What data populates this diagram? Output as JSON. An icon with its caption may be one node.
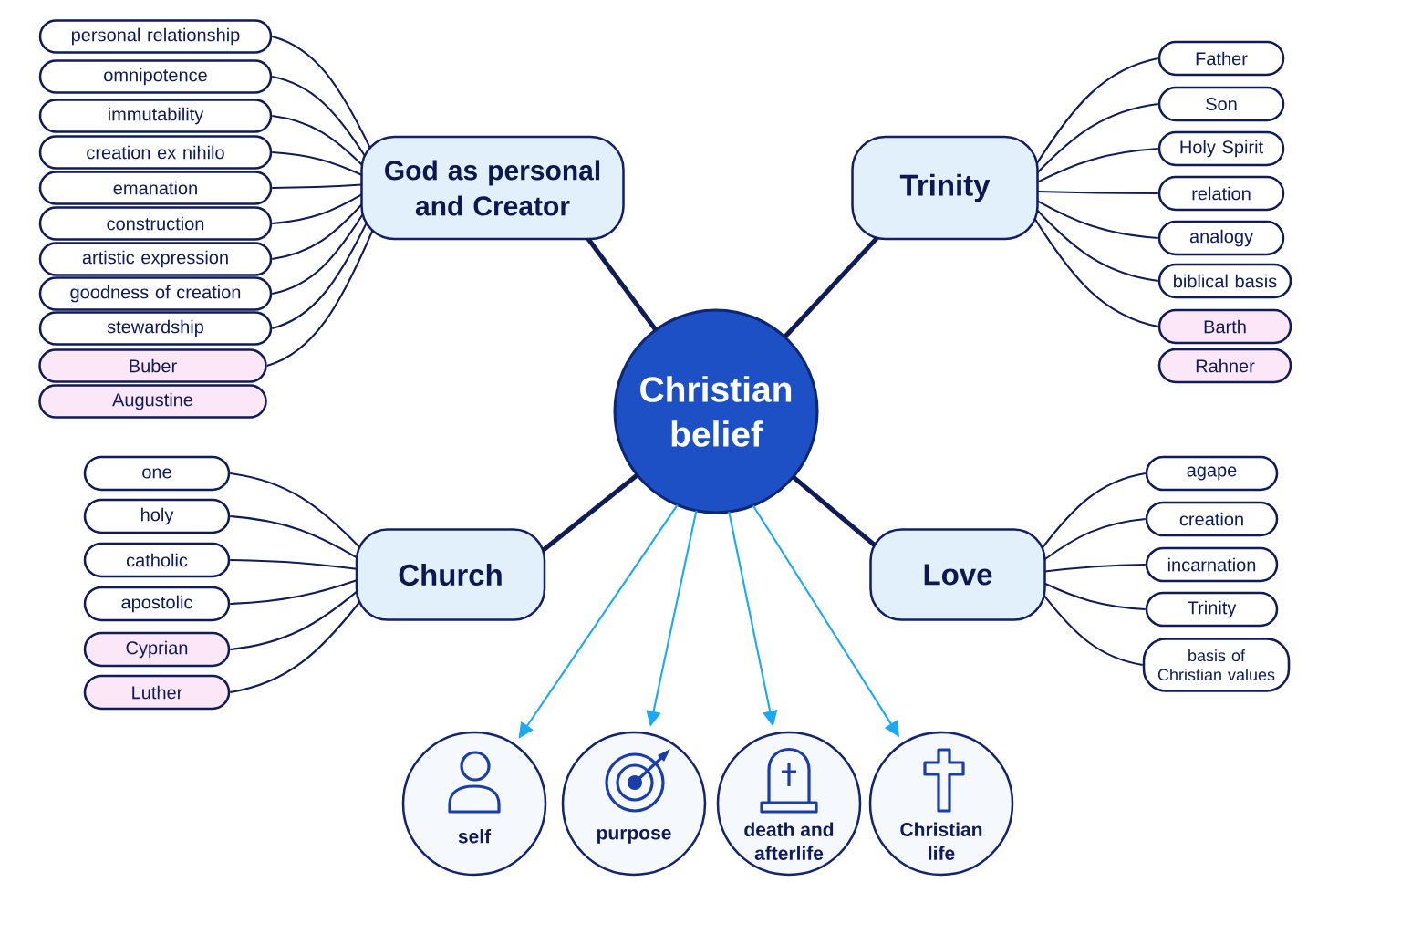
{
  "diagram": {
    "nodes": [
      {
        "text": [
          "Christian belief"
        ]
      },
      {
        "text": [
          "God as personal and Creator"
        ]
      },
      {
        "text": [
          "personal relationship"
        ]
      },
      {
        "text": [
          "omnipotence"
        ]
      },
      {
        "text": [
          "immutability"
        ]
      },
      {
        "text": [
          "creation ex nihilo"
        ]
      },
      {
        "text": [
          "emanation"
        ]
      },
      {
        "text": [
          "construction"
        ]
      },
      {
        "text": [
          "artistic expression"
        ]
      },
      {
        "text": [
          "goodness of creation"
        ]
      },
      {
        "text": [
          "stewardship"
        ]
      },
      {
        "text": [
          "Buber"
        ]
      },
      {
        "text": [
          "Augustine"
        ]
      },
      {
        "text": [
          "Trinity"
        ]
      },
      {
        "text": [
          "Father"
        ]
      },
      {
        "text": [
          "Son"
        ]
      },
      {
        "text": [
          "Holy Spirit"
        ]
      },
      {
        "text": [
          "relation"
        ]
      },
      {
        "text": [
          "analogy"
        ]
      },
      {
        "text": [
          "biblical basis"
        ]
      },
      {
        "text": [
          "Barth"
        ]
      },
      {
        "text": [
          "Rahner"
        ]
      },
      {
        "text": [
          "Church"
        ]
      },
      {
        "text": [
          "one"
        ]
      },
      {
        "text": [
          "holy"
        ]
      },
      {
        "text": [
          "catholic"
        ]
      },
      {
        "text": [
          "apostolic"
        ]
      },
      {
        "text": [
          "Cyprian"
        ]
      },
      {
        "text": [
          "Luther"
        ]
      },
      {
        "text": [
          "Love"
        ]
      },
      {
        "text": [
          "agape"
        ]
      },
      {
        "text": [
          "creation"
        ]
      },
      {
        "text": [
          "incarnation"
        ]
      },
      {
        "text": [
          "Trinity"
        ]
      },
      {
        "text": [
          "basis of Christian values"
        ]
      },
      {
        "text": [
          "self"
        ]
      },
      {
        "text": [
          "purpose"
        ]
      },
      {
        "text": [
          "death and afterlife"
        ]
      },
      {
        "text": [
          "Christian life"
        ]
      }
    ],
    "edges": [
      {
        "from": 0,
        "to": 1,
        "arrow": "none",
        "style": "thick"
      },
      {
        "from": 0,
        "to": 13,
        "arrow": "none",
        "style": "thick"
      },
      {
        "from": 0,
        "to": 22,
        "arrow": "none",
        "style": "thick"
      },
      {
        "from": 0,
        "to": 29,
        "arrow": "none",
        "style": "thick"
      },
      {
        "from": 1,
        "to": 2,
        "arrow": "none"
      },
      {
        "from": 1,
        "to": 3,
        "arrow": "none"
      },
      {
        "from": 1,
        "to": 4,
        "arrow": "none"
      },
      {
        "from": 1,
        "to": 5,
        "arrow": "none"
      },
      {
        "from": 1,
        "to": 6,
        "arrow": "none"
      },
      {
        "from": 1,
        "to": 7,
        "arrow": "none"
      },
      {
        "from": 1,
        "to": 8,
        "arrow": "none"
      },
      {
        "from": 1,
        "to": 9,
        "arrow": "none"
      },
      {
        "from": 1,
        "to": 10,
        "arrow": "none"
      },
      {
        "from": 1,
        "to": 11,
        "arrow": "none"
      },
      {
        "from": 13,
        "to": 14,
        "arrow": "none"
      },
      {
        "from": 13,
        "to": 15,
        "arrow": "none"
      },
      {
        "from": 13,
        "to": 16,
        "arrow": "none"
      },
      {
        "from": 13,
        "to": 17,
        "arrow": "none"
      },
      {
        "from": 13,
        "to": 18,
        "arrow": "none"
      },
      {
        "from": 13,
        "to": 19,
        "arrow": "none"
      },
      {
        "from": 13,
        "to": 20,
        "arrow": "none"
      },
      {
        "from": 22,
        "to": 23,
        "arrow": "none"
      },
      {
        "from": 22,
        "to": 24,
        "arrow": "none"
      },
      {
        "from": 22,
        "to": 25,
        "arrow": "none"
      },
      {
        "from": 22,
        "to": 26,
        "arrow": "none"
      },
      {
        "from": 22,
        "to": 27,
        "arrow": "none"
      },
      {
        "from": 22,
        "to": 28,
        "arrow": "none"
      },
      {
        "from": 29,
        "to": 30,
        "arrow": "none"
      },
      {
        "from": 29,
        "to": 31,
        "arrow": "none"
      },
      {
        "from": 29,
        "to": 32,
        "arrow": "none"
      },
      {
        "from": 29,
        "to": 33,
        "arrow": "none"
      },
      {
        "from": 29,
        "to": 34,
        "arrow": "none"
      },
      {
        "from": 0,
        "to": 35,
        "arrow": "to",
        "color": "#1ba8f5"
      },
      {
        "from": 0,
        "to": 36,
        "arrow": "to",
        "color": "#1ba8f5"
      },
      {
        "from": 0,
        "to": 37,
        "arrow": "to",
        "color": "#1ba8f5"
      },
      {
        "from": 0,
        "to": 38,
        "arrow": "to",
        "color": "#1ba8f5"
      }
    ]
  }
}
